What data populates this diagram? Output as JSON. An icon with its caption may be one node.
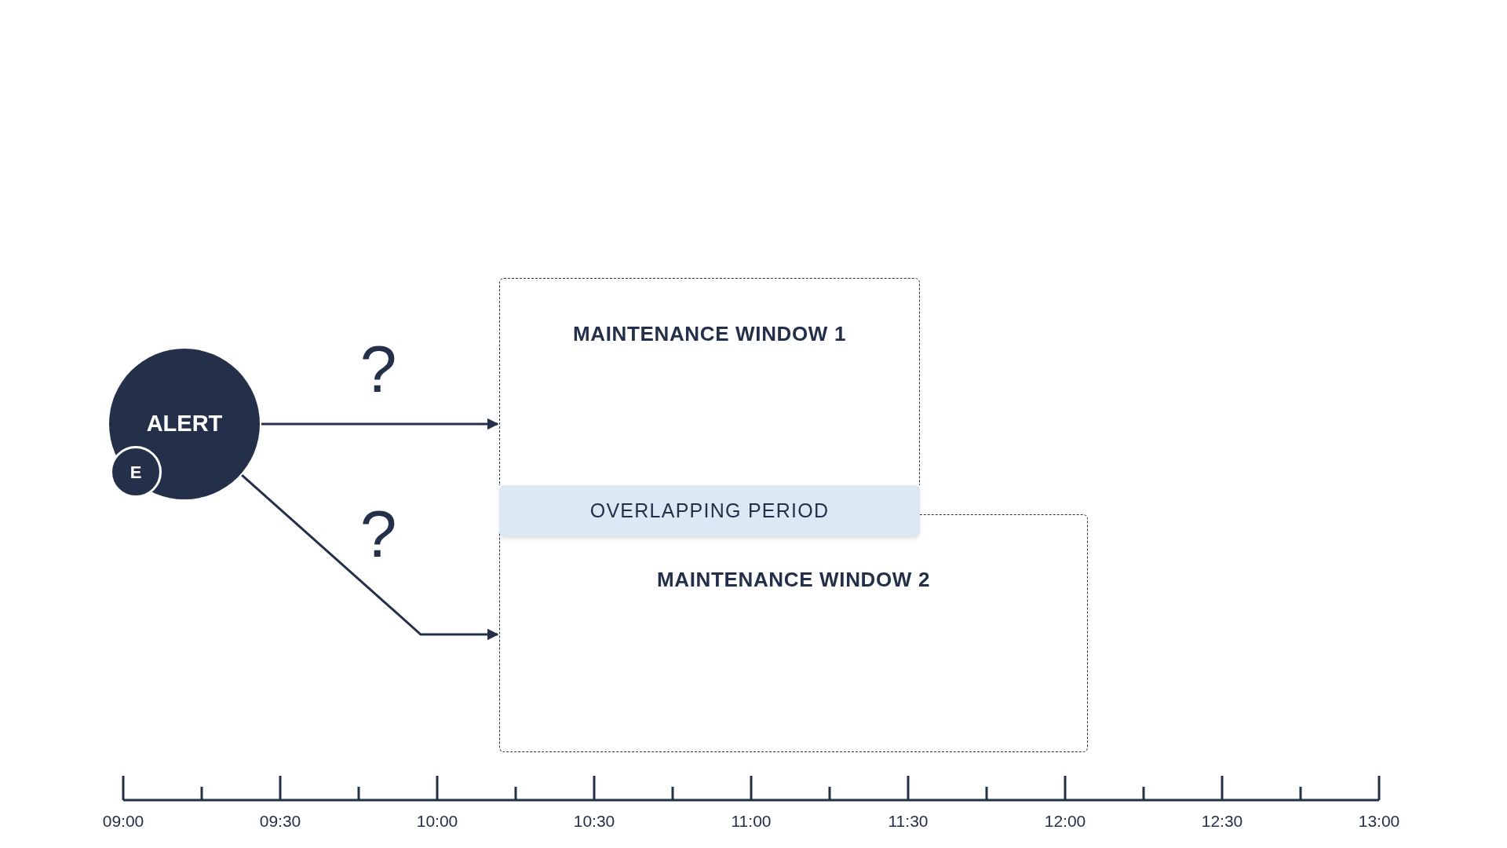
{
  "diagram": {
    "nodes": [
      {
        "text": [
          "ALERT"
        ]
      },
      {
        "text": [
          "E"
        ],
        "in": 0
      },
      {
        "text": [
          "MAINTENANCE WINDOW 1"
        ]
      },
      {
        "text": [
          "OVERLAPPING PERIOD"
        ]
      },
      {
        "text": [
          "MAINTENANCE WINDOW 2"
        ]
      }
    ],
    "edges": [
      {
        "from": 0,
        "to": 2,
        "arrow": "to",
        "label": "?"
      },
      {
        "from": 0,
        "to": 4,
        "arrow": "to",
        "label": "?"
      }
    ],
    "labels": [
      "09:00",
      "09:30",
      "10:00",
      "10:30",
      "11:00",
      "11:30",
      "12:00",
      "12:30",
      "13:00"
    ]
  }
}
